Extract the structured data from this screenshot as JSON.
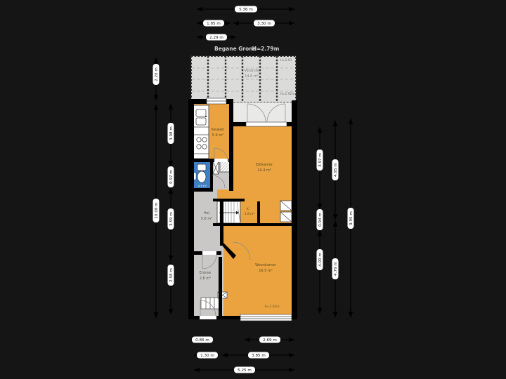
{
  "meta": {
    "title": "Begane Grond",
    "ceiling": "H=2.79m"
  },
  "rooms": {
    "veranda": {
      "name": "Veranda",
      "area": "14.6 m²",
      "h1": "H=2.93",
      "h2": "H=2.92m"
    },
    "keuken": {
      "name": "Keuken",
      "area": "5.9 m²"
    },
    "eetkamer": {
      "name": "Eetkamer",
      "area": "14.4 m²"
    },
    "hal": {
      "name": "Hal",
      "area": "5.6 m²"
    },
    "kast": {
      "name": "K.",
      "area": "1.8 m²"
    },
    "entree": {
      "name": "Entree",
      "area": "2.8 m²"
    },
    "woonkamer": {
      "name": "Woonkamer",
      "area": "16.5 m²",
      "height": "H=2.63m"
    },
    "wc": {
      "area": "0.9 m²"
    }
  },
  "dims": {
    "top": {
      "total": "5.36 m",
      "left": "1.85 m",
      "right": "3.30 m",
      "inner": "2.29 m"
    },
    "left": {
      "veranda": "2.20 m",
      "house": "10.08 m",
      "seg1": "3.08 m",
      "seg2": "0.97 m",
      "seg3": "3.59 m",
      "seg4": "2.58 m"
    },
    "right": {
      "seg1": "3.97 m",
      "seg2": "0.94 m",
      "seg3": "4.00 m",
      "mid1": "4.95 m",
      "mid2": "4.79 m",
      "total": "9.95 m"
    },
    "bottom": {
      "entree": "0.86 m",
      "window": "2.69 m",
      "left": "1.30 m",
      "right": "3.85 m",
      "total": "5.25 m"
    }
  },
  "colors": {
    "background": "#151515",
    "room_orange": "#EBA33F",
    "hall_gray": "#C9C8C6",
    "wc_blue": "#3F80C4",
    "veranda_gray": "#DBDBD9",
    "wall_black": "#000000",
    "dim_line": "#000000",
    "chip_white": "#FFFFFF"
  }
}
